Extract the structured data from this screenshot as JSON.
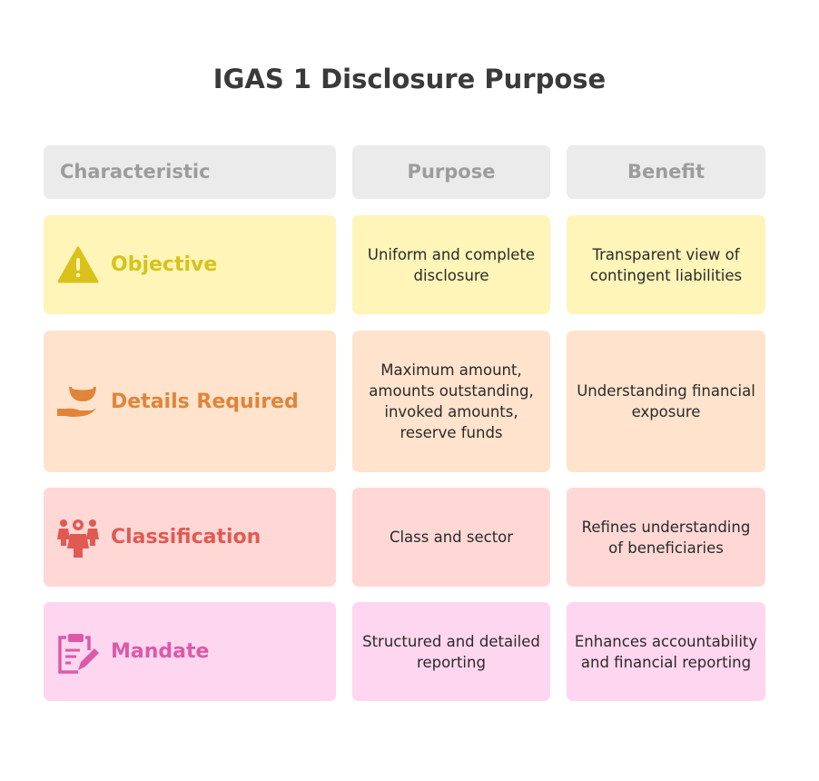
{
  "title": "IGAS 1 Disclosure Purpose",
  "headers": [
    "Characteristic",
    "Purpose",
    "Benefit"
  ],
  "rows": [
    {
      "characteristic": "Objective",
      "icon": "warning-icon",
      "purpose": "Uniform and complete disclosure",
      "benefit": "Transparent view of contingent liabilities",
      "bg": "#fff5b8",
      "color": "#d9c21a"
    },
    {
      "characteristic": "Details Required",
      "icon": "hand-bowl-icon",
      "purpose": "Maximum amount, amounts outstanding, invoked amounts, reserve funds",
      "benefit": "Understanding financial exposure",
      "bg": "#ffe3cc",
      "color": "#e0843a"
    },
    {
      "characteristic": "Classification",
      "icon": "people-group-icon",
      "purpose": "Class and sector",
      "benefit": "Refines understanding of beneficiaries",
      "bg": "#ffd8d6",
      "color": "#e05a52"
    },
    {
      "characteristic": "Mandate",
      "icon": "clipboard-pen-icon",
      "purpose": "Structured and detailed reporting",
      "benefit": "Enhances accountability and financial reporting",
      "bg": "#ffd6ef",
      "color": "#db5aa8"
    }
  ]
}
